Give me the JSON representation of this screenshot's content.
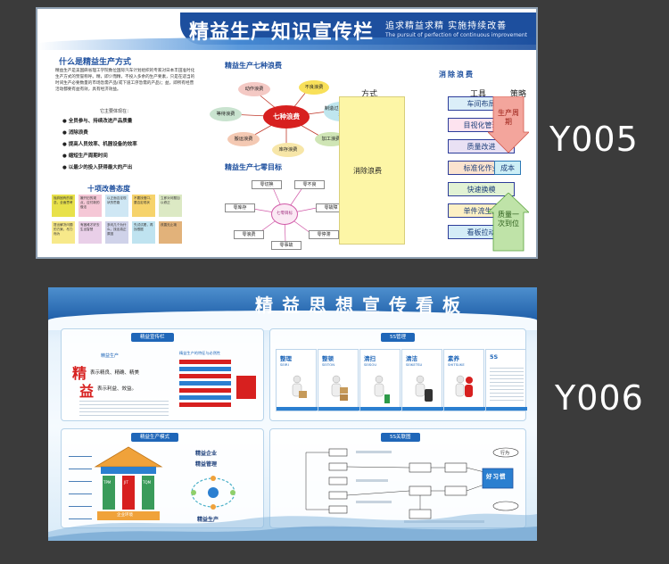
{
  "board1": {
    "title": "精益生产知识宣传栏",
    "slogan": "追求精益求精  实施持续改善",
    "slogan_en": "The pursuit of perfection  of continuous improvement",
    "what": {
      "title": "什么是精益生产方式",
      "paragraph": "精益生产是美国麻省理工学院数位国际汽车计划组织的专家对日本丰田准时化生产方式的赞誉称呼。精，即少而精，不投入多余的生产要素，只是在适当的时间生产必要数量的市场急需产品(或下道工序急需的产品)；益，即所有经营活动都要有益有效，具有经济效益。",
      "lead": "它主要体现在：",
      "bullets": [
        "全员参与、持续改进产品质量",
        "消除浪费",
        "提高人员效率、机器设备的效率",
        "缩短生产周期时间",
        "以最少的投入获得最大的产出"
      ]
    },
    "ten": {
      "title": "十项改善态度",
      "cells": [
        "抛弃固有的观念，全面思考",
        "撇开旧的观点，应付新的做法",
        "以正面否定现状的思路",
        "不要找借口，要否定现状",
        "立即对问题加以修正",
        "提出解决问题的方案，尽力而为",
        "有困难才好去生出智慧",
        "多问几个为什么，找出真正原因",
        "先试试看，再找根据",
        "改善无止境"
      ]
    },
    "wheel": {
      "title": "精益生产七种浪费",
      "center": "七种浪费",
      "items": [
        "动作浪费",
        "不良浪费",
        "制造过多过早浪费",
        "加工浪费",
        "库存浪费",
        "搬运浪费",
        "等待浪费"
      ]
    },
    "zero": {
      "title": "精益生产七零目标",
      "center": "七零目标",
      "items": [
        "零切换",
        "零不良",
        "零库存",
        "零故障",
        "零浪费",
        "零停滞",
        "零事故"
      ]
    },
    "elimination": {
      "title": "消除浪费",
      "header_method": "方式",
      "header_tool": "工具",
      "header_strategy": "策略",
      "method": "消除浪费",
      "tools": [
        "车间布局",
        "目视化管理",
        "质量改进",
        "标准化作业",
        "快速换模",
        "单件流生产",
        "看板拉动"
      ],
      "strategy_down": "生产周期",
      "strategy_cost": "成本",
      "strategy_up": "质量一次到位"
    },
    "colors": {
      "header_band": "#1d4f9e",
      "tool_border": "#2d3d9a",
      "arrow_down": "#ee8b80",
      "arrow_up": "#9dd18a"
    }
  },
  "label_y005": "Y005",
  "board2": {
    "title": "精益思想宣传看板",
    "panel1": {
      "title": "精益宣传栏",
      "subtitle": "精益生产",
      "jing_char": "精",
      "jing_text": "表示精良、精确、精美",
      "yi_char": "益",
      "yi_text": "表示利益、效益。",
      "right_title": "精益生产的特征与必然性"
    },
    "panel2": {
      "title": "5S管理",
      "cards": [
        {
          "head": "整理",
          "en": "SEIRI"
        },
        {
          "head": "整顿",
          "en": "SEITON"
        },
        {
          "head": "清扫",
          "en": "SEISOU"
        },
        {
          "head": "清洁",
          "en": "SEIKETSU"
        },
        {
          "head": "素养",
          "en": "SHITSUKE"
        },
        {
          "head": "5S",
          "en": ""
        }
      ]
    },
    "panel3": {
      "title": "精益生产模式",
      "house_label": "企业环境",
      "pillars": [
        "TPM",
        "JIT",
        "TQM"
      ],
      "enterprise": "精益企业",
      "management": "精益管理",
      "production": "精益生产"
    },
    "panel4": {
      "title": "5S关联图",
      "good_habit": "好习惯",
      "action": "行为"
    }
  },
  "label_y006": "Y006"
}
